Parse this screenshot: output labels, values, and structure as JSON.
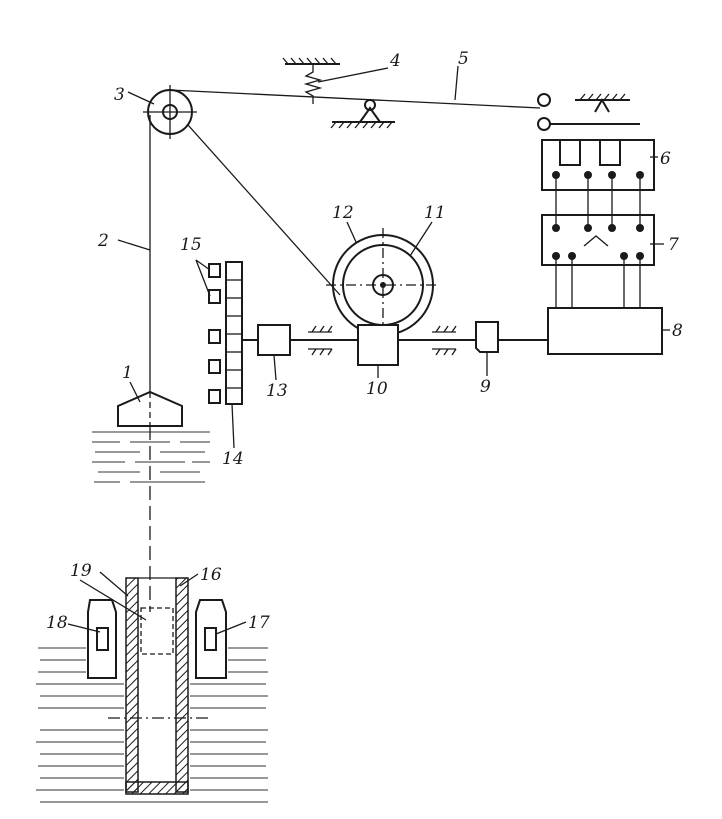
{
  "labels": {
    "l1": "1",
    "l2": "2",
    "l3": "3",
    "l4": "4",
    "l5": "5",
    "l6": "6",
    "l7": "7",
    "l8": "8",
    "l9": "9",
    "l10": "10",
    "l11": "11",
    "l12": "12",
    "l13": "13",
    "l14": "14",
    "l15": "15",
    "l16": "16",
    "l17": "17",
    "l18": "18",
    "l19": "19"
  },
  "colors": {
    "ink": "#1a1a1a",
    "paper": "#ffffff"
  }
}
